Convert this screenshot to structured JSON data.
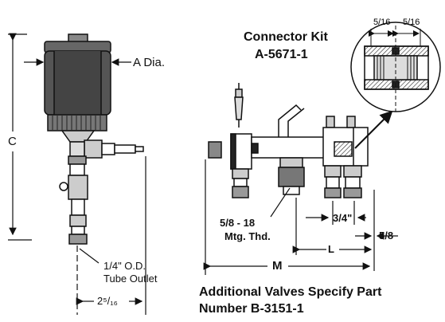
{
  "labels": {
    "connector_kit_title": "Connector Kit",
    "connector_kit_part": "A-5671-1",
    "dim_a": "A Dia.",
    "dim_c": "C",
    "tube_outlet_size": "1/4\" O.D.",
    "tube_outlet": "Tube Outlet",
    "dim_width": "2⁵/₁₆",
    "mtg_thread_size": "5/8 - 18",
    "mtg_thread": "Mtg. Thd.",
    "dim_3_4": "3/4\"",
    "dim_5_8": "5/8",
    "dim_l": "L",
    "dim_m": "M",
    "detail_left": "5/16",
    "detail_right": "5/16",
    "footer_line1": "Additional Valves Specify Part",
    "footer_line2": "Number B-3151-1"
  }
}
